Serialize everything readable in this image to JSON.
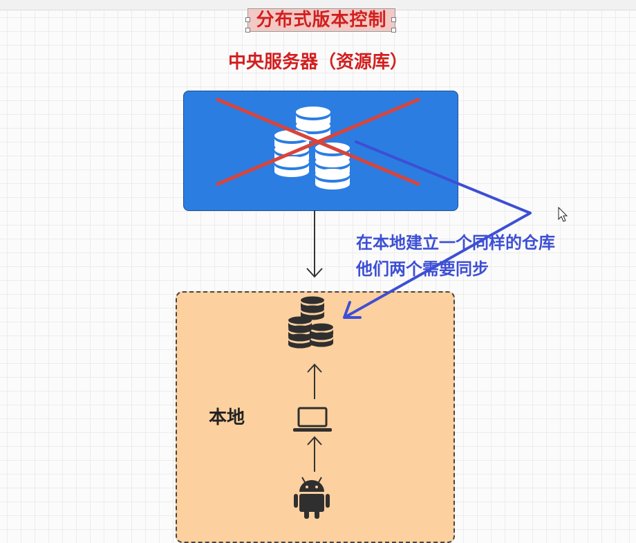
{
  "title": "分布式版本控制",
  "server": {
    "label": "中央服务器（资源库）"
  },
  "local": {
    "label": "本地"
  },
  "annotation": {
    "line1": "在本地建立一个同样的仓库",
    "line2": "他们两个需要同步"
  },
  "colors": {
    "title_red": "#d21f1f",
    "server_blue": "#2b7de2",
    "cross_red": "#d9443a",
    "local_orange": "#fdd09f",
    "annotation_blue": "#3d4fd4"
  },
  "icons": [
    "database-stack-icon",
    "database-stack-icon",
    "laptop-icon",
    "android-icon",
    "cursor-icon"
  ]
}
